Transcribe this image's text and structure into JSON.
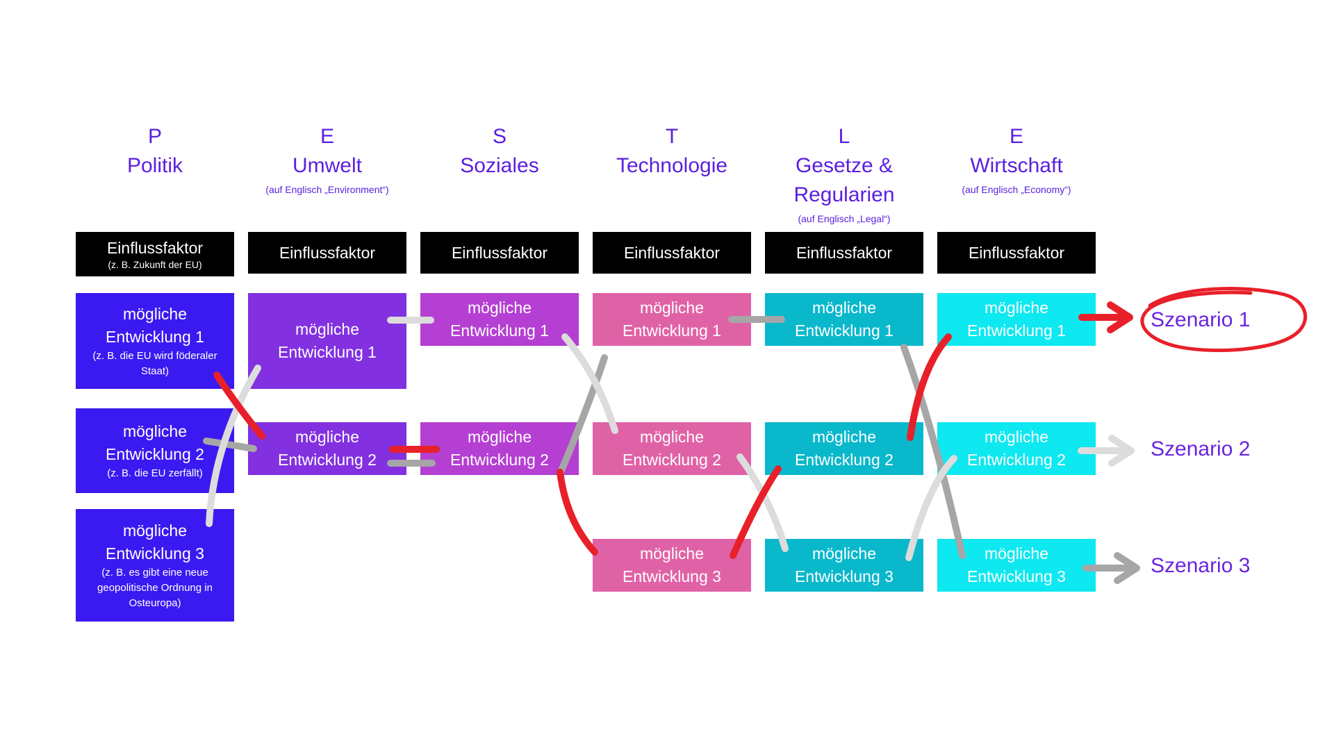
{
  "columns": [
    {
      "letter": "P",
      "name": "Politik",
      "sub": "",
      "factor": {
        "label": "Einflussfaktor",
        "sub": "(z. B. Zukunft der EU)"
      },
      "developments": [
        {
          "label": "mögliche Entwicklung 1",
          "sub": "(z. B. die EU wird föderaler Staat)"
        },
        {
          "label": "mögliche Entwicklung 2",
          "sub": "(z. B. die EU zerfällt)"
        },
        {
          "label": "mögliche Entwicklung 3",
          "sub": "(z. B. es gibt eine neue geopolitische Ordnung in Osteuropa)"
        }
      ]
    },
    {
      "letter": "E",
      "name": "Umwelt",
      "sub": "(auf Englisch „Environment“)",
      "factor": {
        "label": "Einflussfaktor",
        "sub": ""
      },
      "developments": [
        {
          "label": "mögliche Entwicklung 1",
          "sub": ""
        },
        {
          "label": "mögliche Entwicklung 2",
          "sub": ""
        }
      ]
    },
    {
      "letter": "S",
      "name": "Soziales",
      "sub": "",
      "factor": {
        "label": "Einflussfaktor",
        "sub": ""
      },
      "developments": [
        {
          "label": "mögliche Entwicklung 1",
          "sub": ""
        },
        {
          "label": "mögliche Entwicklung 2",
          "sub": ""
        }
      ]
    },
    {
      "letter": "T",
      "name": "Technologie",
      "sub": "",
      "factor": {
        "label": "Einflussfaktor",
        "sub": ""
      },
      "developments": [
        {
          "label": "mögliche Entwicklung 1",
          "sub": ""
        },
        {
          "label": "mögliche Entwicklung 2",
          "sub": ""
        },
        {
          "label": "mögliche Entwicklung 3",
          "sub": ""
        }
      ]
    },
    {
      "letter": "L",
      "name": "Gesetze & Regularien",
      "sub": "(auf Englisch „Legal“)",
      "factor": {
        "label": "Einflussfaktor",
        "sub": ""
      },
      "developments": [
        {
          "label": "mögliche Entwicklung 1",
          "sub": ""
        },
        {
          "label": "mögliche Entwicklung 2",
          "sub": ""
        },
        {
          "label": "mögliche Entwicklung 3",
          "sub": ""
        }
      ]
    },
    {
      "letter": "E",
      "name": "Wirtschaft",
      "sub": "(auf Englisch „Economy“)",
      "factor": {
        "label": "Einflussfaktor",
        "sub": ""
      },
      "developments": [
        {
          "label": "mögliche Entwicklung 1",
          "sub": ""
        },
        {
          "label": "mögliche Entwicklung 2",
          "sub": ""
        },
        {
          "label": "mögliche Entwicklung 3",
          "sub": ""
        }
      ]
    }
  ],
  "scenarios": [
    {
      "label": "Szenario 1",
      "highlighted": true
    },
    {
      "label": "Szenario 2",
      "highlighted": false
    },
    {
      "label": "Szenario 3",
      "highlighted": false
    }
  ],
  "colors": {
    "heading": "#5a1fe0",
    "factor_bg": "#000000",
    "politik": "#3a1af0",
    "umwelt": "#8230e0",
    "soziales": "#b53fd2",
    "technologie": "#e062a6",
    "gesetze": "#0ab8cc",
    "wirtschaft": "#0ee8f0",
    "scenario_text": "#6a24e0",
    "path_scenario_1": "#e8202a",
    "path_scenario_2": "#dcdcdc",
    "path_scenario_3": "#a6a6a6"
  }
}
